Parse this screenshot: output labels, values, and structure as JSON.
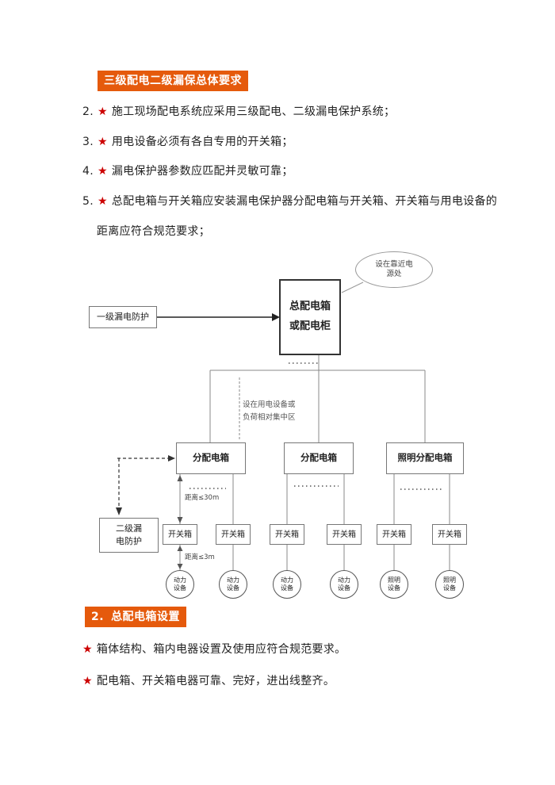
{
  "colors": {
    "accent": "#e55a0c",
    "star": "#cc0000",
    "line": "#888888"
  },
  "sections": {
    "overall_title": "三级配电二级漏保总体要求",
    "box_setup_num": "2.",
    "box_setup_title": "总配电箱设置"
  },
  "items": [
    {
      "num": "2.",
      "star": "★",
      "text": "施工现场配电系统应采用三级配电、二级漏电保护系统；"
    },
    {
      "num": "3.",
      "star": "★",
      "text": "用电设备必须有各自专用的开关箱；"
    },
    {
      "num": "4.",
      "star": "★",
      "text": "漏电保护器参数应匹配并灵敏可靠；"
    },
    {
      "num": "5.",
      "star": "★",
      "text": "总配电箱与开关箱应安装漏电保护器分配电箱与开关箱、开关箱与用电设备的",
      "text2": "距离应符合规范要求；"
    }
  ],
  "notes": [
    {
      "star": "★",
      "text": "箱体结构、箱内电器设置及使用应符合规范要求。"
    },
    {
      "star": "★",
      "text": "配电箱、开关箱电器可靠、完好，进出线整齐。"
    }
  ],
  "diagram": {
    "callout_lines": [
      "设在靠近电",
      "源处"
    ],
    "main_box_lines": [
      "总配电箱",
      "或配电柜"
    ],
    "level1_label": "一级漏电防护",
    "level2_lines": [
      "二级漏",
      "电防护"
    ],
    "annotation_lines": [
      "设在用电设备或",
      "负荷相对集中区"
    ],
    "dist_boxes": [
      "分配电箱",
      "分配电箱",
      "照明分配电箱"
    ],
    "switch_boxes": [
      "开关箱",
      "开关箱",
      "开关箱",
      "开关箱",
      "开关箱",
      "开关箱"
    ],
    "devices": [
      [
        "动力",
        "设备"
      ],
      [
        "动力",
        "设备"
      ],
      [
        "动力",
        "设备"
      ],
      [
        "动力",
        "设备"
      ],
      [
        "照明",
        "设备"
      ],
      [
        "照明",
        "设备"
      ]
    ],
    "distance_30m": "距离≤30m",
    "distance_3m": "距离≤3m"
  }
}
